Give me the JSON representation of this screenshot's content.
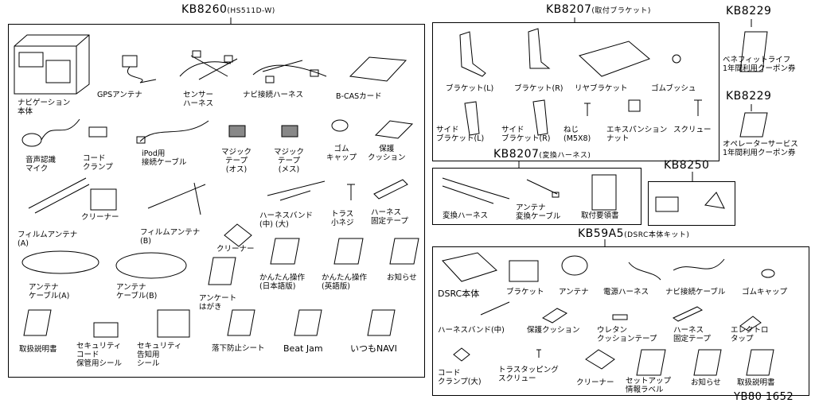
{
  "kits": {
    "kb8260": {
      "code": "KB8260",
      "sub": "(HS511D-W)"
    },
    "kb8207a": {
      "code": "KB8207",
      "sub": "(取付ブラケット)"
    },
    "kb8229a": {
      "code": "KB8229"
    },
    "kb8229b": {
      "code": "KB8229"
    },
    "kb8207b": {
      "code": "KB8207",
      "sub": "(変換ハーネス)"
    },
    "kb8250": {
      "code": "KB8250"
    },
    "kb59a5": {
      "code": "KB59A5",
      "sub": "(DSRC本体キット)"
    }
  },
  "parts": {
    "nav_unit": "ナビゲーション\n本体",
    "gps_antenna": "GPSアンテナ",
    "sensor_harness": "センサー\nハーネス",
    "nav_harness": "ナビ接続ハーネス",
    "bcas": "B-CASカード",
    "voice_mic": "音声認識\nマイク",
    "cord_clamp": "コード\nクランプ",
    "ipod_cable": "iPod用\n接続ケーブル",
    "magic_tape_m": "マジック\nテープ\n(オス)",
    "magic_tape_f": "マジック\nテープ\n(メス)",
    "rubber_cap": "ゴム\nキャップ",
    "protect_cushion": "保護\nクッション",
    "film_antenna_a": "フィルムアンテナ\n(A)",
    "cleaner1": "クリーナー",
    "film_antenna_b": "フィルムアンテナ\n(B)",
    "harness_band": "ハーネスバンド\n(中) (大)",
    "truss_screw": "トラス\n小ネジ",
    "harness_tape": "ハーネス\n固定テープ",
    "cleaner2": "クリーナー",
    "antenna_cable_a": "アンテナ\nケーブル(A)",
    "antenna_cable_b": "アンテナ\nケーブル(B)",
    "easy_manual_jp": "かんたん操作\n(日本語版)",
    "easy_manual_en": "かんたん操作\n(英語版)",
    "notice1": "お知らせ",
    "survey_card": "アンケート\nはがき",
    "manual1": "取扱説明書",
    "security_code_seal": "セキュリティ\nコード\n保管用シール",
    "security_notice_seal": "セキュリティ\n告知用\nシール",
    "anti_drop_sheet": "落下防止シート",
    "beat_jam": "Beat Jam",
    "itsumo_navi": "いつもNAVI",
    "bracket_l": "ブラケット(L)",
    "bracket_r": "ブラケット(R)",
    "rear_bracket": "リヤブラケット",
    "rubber_bush": "ゴムブッシュ",
    "side_bracket_l": "サイド\nブラケット(L)",
    "side_bracket_r": "サイド\nブラケット(R)",
    "screw_m5": "ねじ\n(M5X8)",
    "expansion_nut": "エキスパンション\nナット",
    "screw": "スクリュー",
    "benefit_coupon": "ベネフィットライフ\n1年間利用クーポン券",
    "operator_coupon": "オペレーターサービス\n1年間利用クーポン券",
    "conv_harness": "変換ハーネス",
    "antenna_conv_cable": "アンテナ\n変換ケーブル",
    "install_guide": "取付要領書",
    "dsrc_unit": "DSRC本体",
    "bracket": "ブラケット",
    "antenna": "アンテナ",
    "power_harness": "電源ハーネス",
    "nav_cable": "ナビ接続ケーブル",
    "rubber_cap2": "ゴムキャップ",
    "harness_band_m": "ハーネスバンド(中)",
    "protect_cushion2": "保護クッション",
    "urethane_tape": "ウレタン\nクッションテープ",
    "harness_tape2": "ハーネス\n固定テープ",
    "electro_tap": "エレクトロ\nタップ",
    "cord_clamp_l": "コード\nクランプ(大)",
    "truss_tapping": "トラスタッピング\nスクリュー",
    "cleaner3": "クリーナー",
    "setup_label": "セットアップ\n情報ラベル",
    "notice2": "お知らせ",
    "manual2": "取扱説明書"
  },
  "diagram_code": "YB80 1652"
}
